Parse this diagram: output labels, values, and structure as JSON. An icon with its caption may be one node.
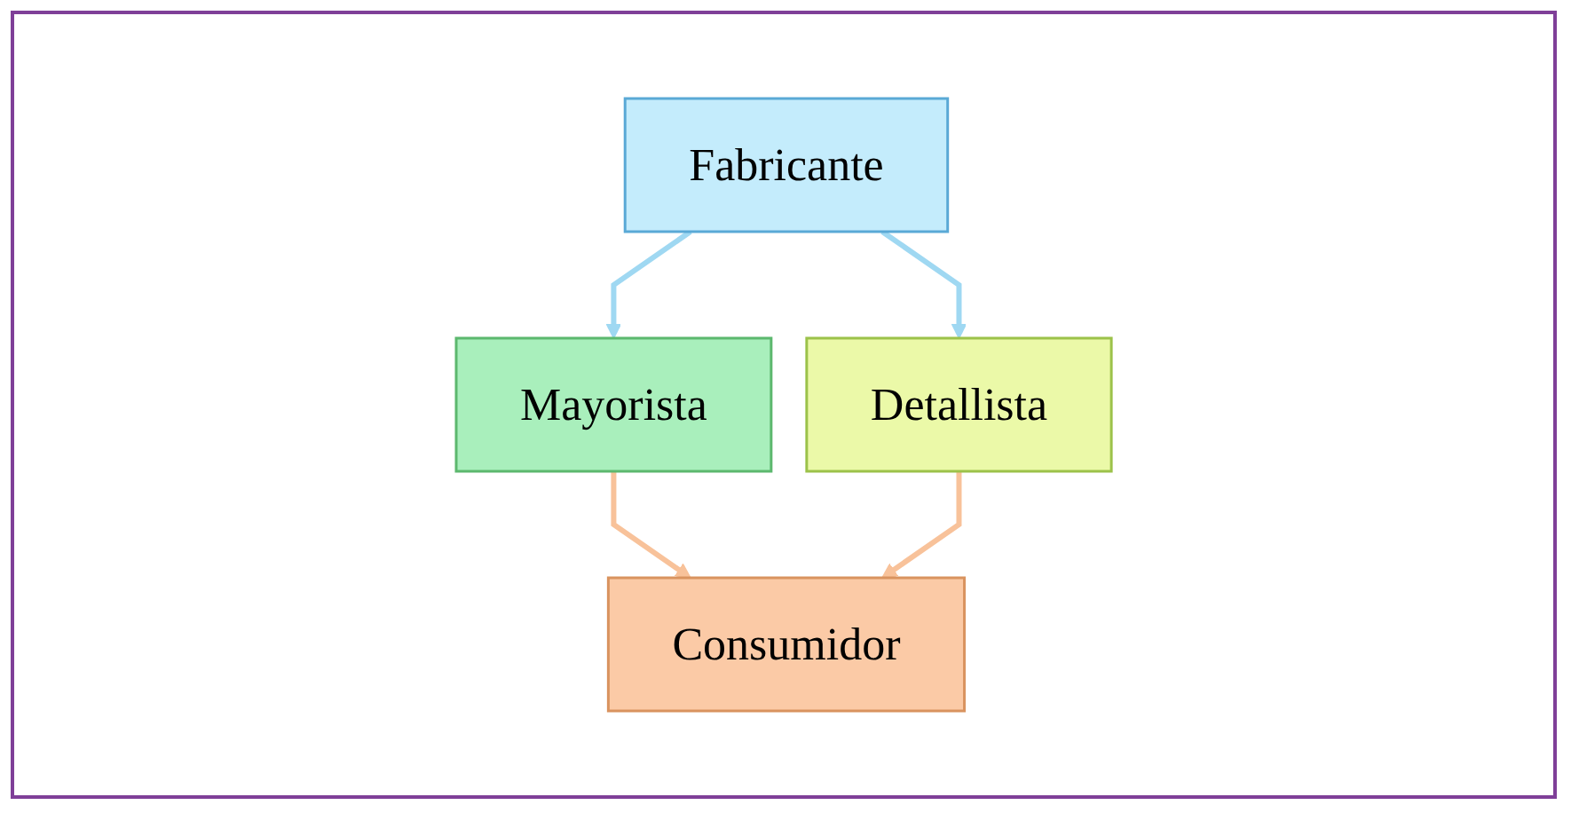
{
  "diagram": {
    "nodes": [
      {
        "text": [
          "Fabricante"
        ]
      },
      {
        "text": [
          "Mayorista"
        ]
      },
      {
        "text": [
          "Detallista"
        ]
      },
      {
        "text": [
          "Consumidor"
        ]
      }
    ],
    "edges": [
      {
        "from": 0,
        "to": 1,
        "arrow": "to",
        "color": "#9fd8f2"
      },
      {
        "from": 0,
        "to": 2,
        "arrow": "to",
        "color": "#9fd8f2"
      },
      {
        "from": 1,
        "to": 3,
        "arrow": "to",
        "color": "#f8c29a"
      },
      {
        "from": 2,
        "to": 3,
        "arrow": "to",
        "color": "#f8c29a"
      }
    ]
  }
}
